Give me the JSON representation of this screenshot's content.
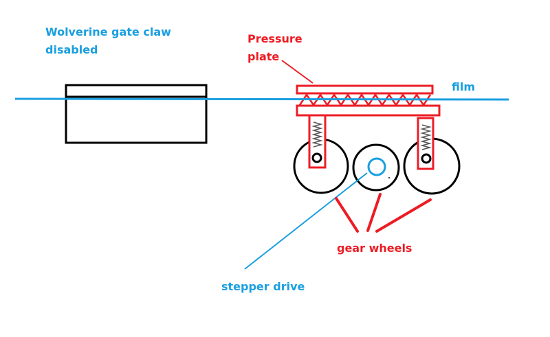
{
  "labels": {
    "gate_claw_line1": "Wolverine gate claw",
    "gate_claw_line2": "disabled",
    "pressure_plate_line1": "Pressure",
    "pressure_plate_line2": "plate",
    "film": "film",
    "gear_wheels": "gear wheels",
    "stepper_drive": "stepper drive"
  },
  "colors": {
    "blue": "#1a9fe0",
    "red": "#ed1c24",
    "black": "#000000"
  }
}
